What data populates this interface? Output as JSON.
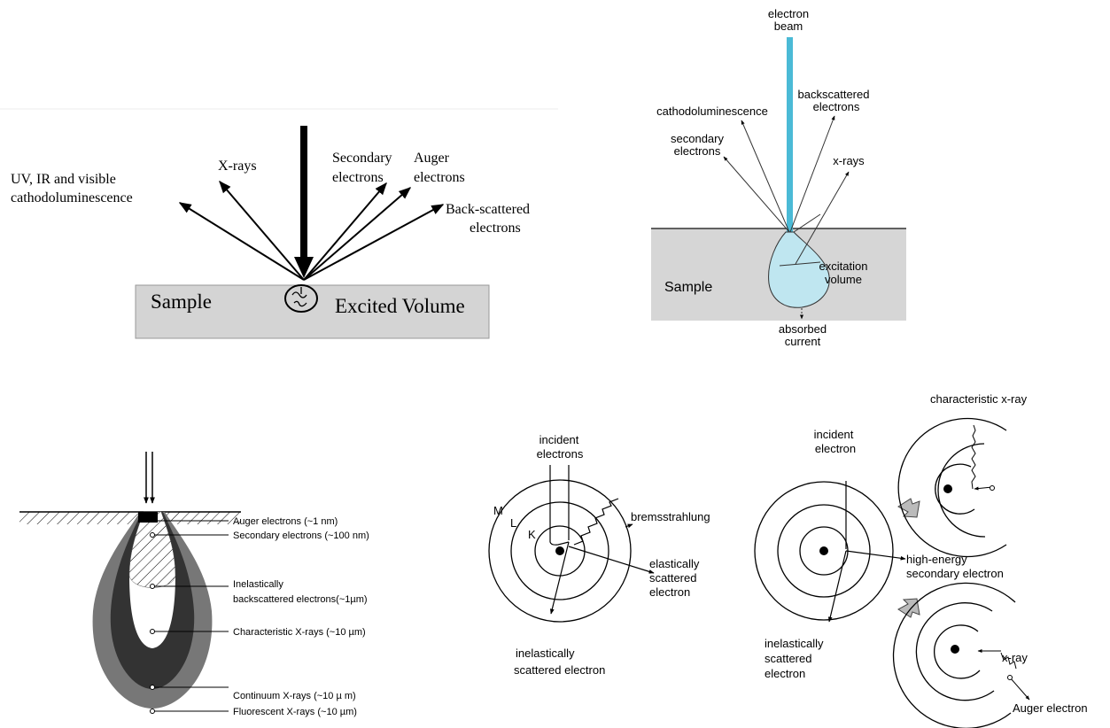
{
  "panel1": {
    "uv_ir_line1": "UV, IR and visible",
    "uv_ir_line2": "cathodoluminescence",
    "xrays": "X-rays",
    "secondary_line1": "Secondary",
    "secondary_line2": "electrons",
    "auger_line1": "Auger",
    "auger_line2": "electrons",
    "backscattered_line1": "Back-scattered",
    "backscattered_line2": "electrons",
    "sample": "Sample",
    "excited_volume": "Excited Volume"
  },
  "panel2": {
    "beam_line1": "electron",
    "beam_line2": "beam",
    "cathodoluminescence": "cathodoluminescence",
    "backscattered_line1": "backscattered",
    "backscattered_line2": "electrons",
    "secondary_line1": "secondary",
    "secondary_line2": "electrons",
    "xrays": "x-rays",
    "sample": "Sample",
    "excitation_line1": "excitation",
    "excitation_line2": "volume",
    "absorbed_line1": "absorbed",
    "absorbed_line2": "current"
  },
  "panel3": {
    "auger": "Auger electrons (~1 nm)",
    "secondary": "Secondary electrons (~100 nm)",
    "inelastic_line1": "Inelastically",
    "inelastic_line2": "backscattered electrons(~1µm)",
    "characteristic": "Characteristic X-rays (~10    µm)",
    "continuum": "Continuum X-rays (~10 µ   m)",
    "fluorescent": "Fluorescent X-rays (~10    µm)"
  },
  "panel4": {
    "incident_line1": "incident",
    "incident_line2": "electrons",
    "shell_m": "M",
    "shell_l": "L",
    "shell_k": "K",
    "bremsstrahlung": "bremsstrahlung",
    "elastic_line1": "elastically",
    "elastic_line2": "scattered",
    "elastic_line3": "electron",
    "inelastic_line1": "inelastically",
    "inelastic_line2": "scattered electron"
  },
  "panel5": {
    "incident_line1": "incident",
    "incident_line2": "electron",
    "characteristic_xray": "characteristic x-ray",
    "high_energy_line1": "high-energy",
    "high_energy_line2": "secondary electron",
    "inelastic_line1": "inelastically",
    "inelastic_line2": "scattered",
    "inelastic_line3": "electron",
    "xray": "x-ray",
    "auger": "Auger electron"
  }
}
